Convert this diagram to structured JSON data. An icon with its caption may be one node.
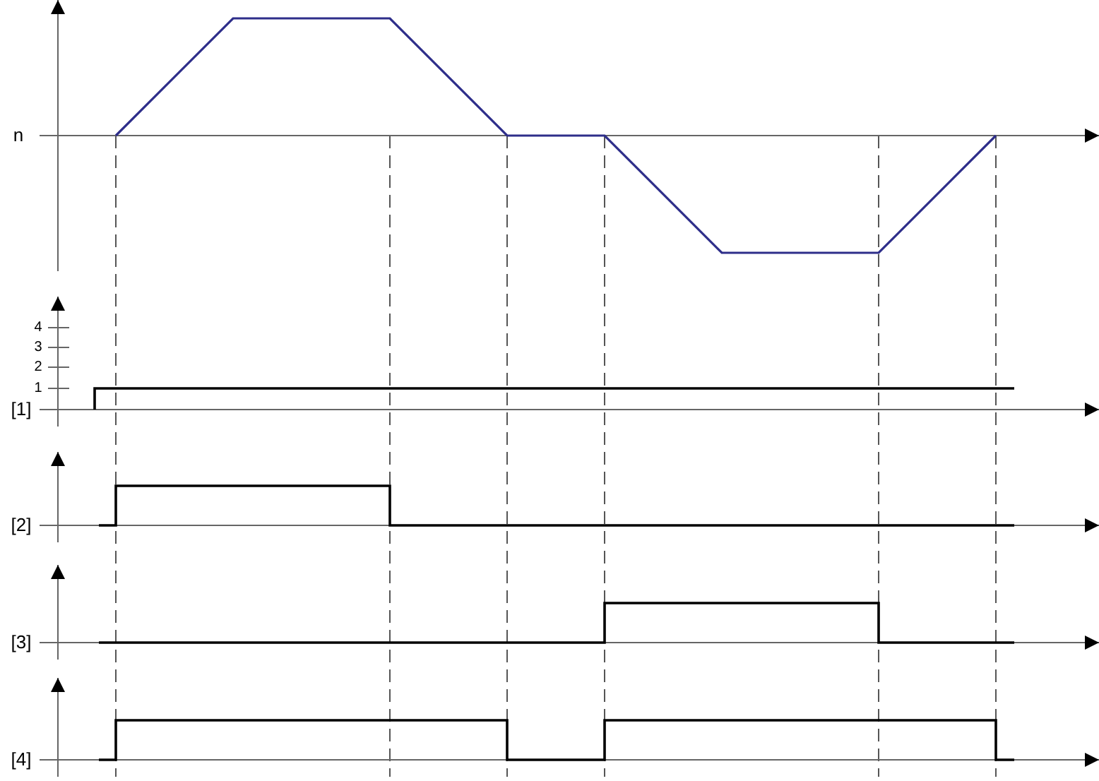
{
  "diagram": {
    "labels": [
      "n",
      "4",
      "3",
      "2",
      "1",
      "[1]",
      "[2]",
      "[3]",
      "[4]"
    ]
  }
}
